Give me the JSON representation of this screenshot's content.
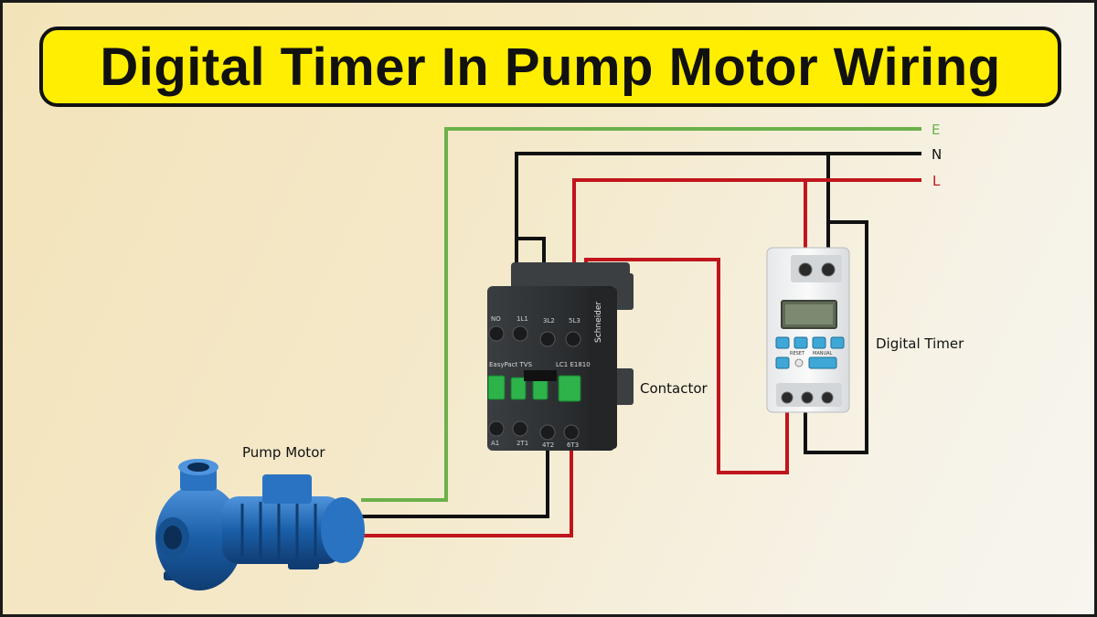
{
  "title": "Digital Timer In Pump Motor Wiring",
  "rails": {
    "earth": "E",
    "neutral": "N",
    "live": "L"
  },
  "labels": {
    "pump_motor": "Pump Motor",
    "contactor": "Contactor",
    "digital_timer": "Digital Timer"
  },
  "contactor_brand": "Schneider",
  "contactor_model": "LC1 E1810",
  "contactor_series": "EasyPact TVS",
  "timer_buttons": [
    "RESET",
    "MANUAL"
  ],
  "colors": {
    "earth_wire": "#6bb14b",
    "neutral_wire": "#111111",
    "live_wire": "#c0151c",
    "banner": "#ffee00",
    "contactor_body": "#2f3234",
    "contactor_buttons": "#2db34a",
    "timer_buttons": "#3fa7d6",
    "pump_body": "#1b5fa8"
  }
}
